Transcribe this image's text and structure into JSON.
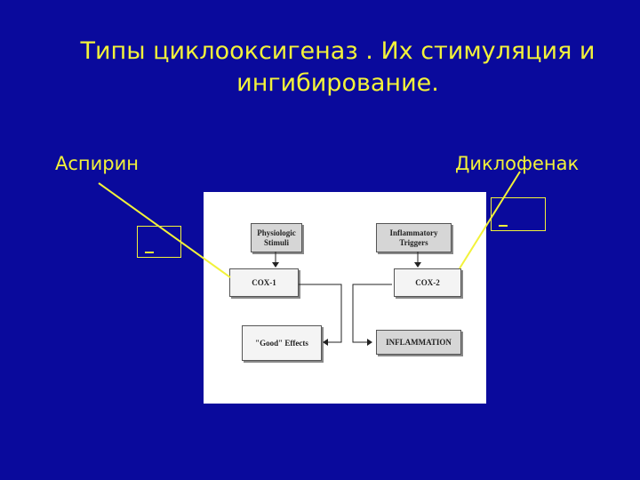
{
  "title": "Типы циклооксигеназ . Их стимуляция и ингибирование.",
  "left_label": "Аспирин",
  "right_label": "Диклофенак",
  "diagram": {
    "physiologic": "Physiologic\nStimuli",
    "inflammatory": "Inflammatory\nTriggers",
    "cox1": "COX-1",
    "cox2": "COX-2",
    "good_effects": "\"Good\" Effects",
    "inflammation": "INFLAMMATION"
  },
  "colors": {
    "background": "#0a0a9c",
    "text": "#f2f23a",
    "panel": "#ffffff"
  }
}
